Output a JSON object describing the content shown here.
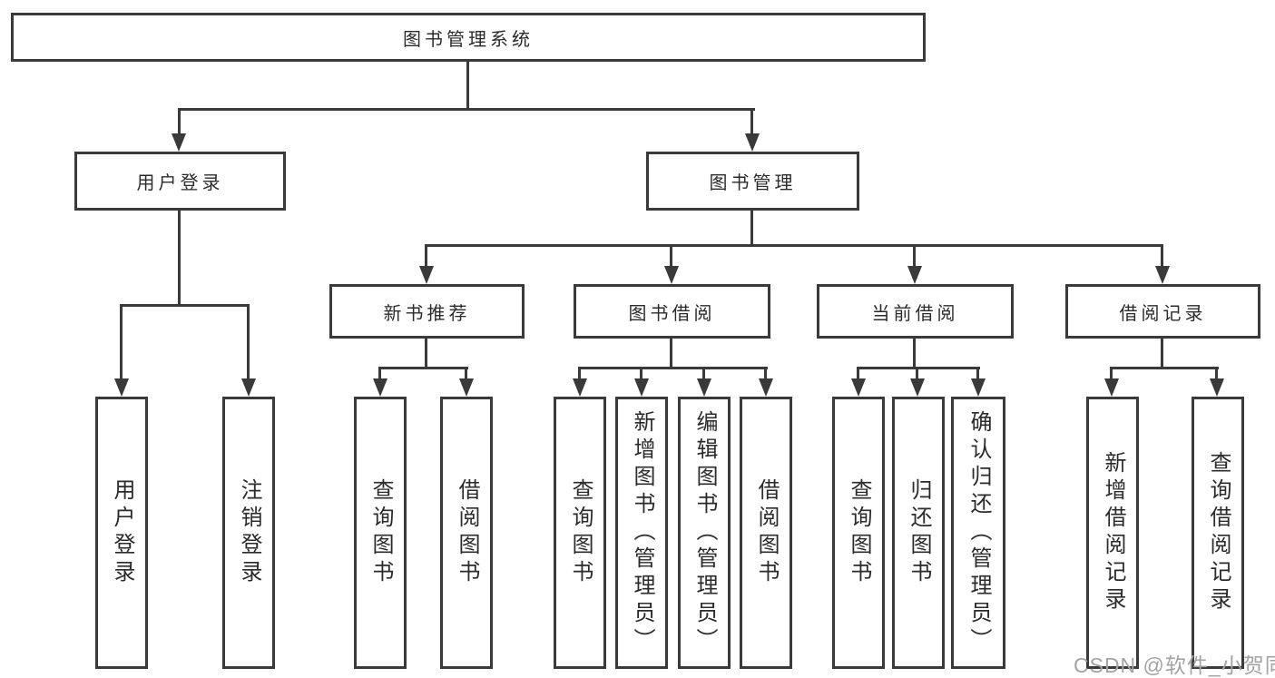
{
  "colors": {
    "line": "#3a3a3a",
    "text": "#2b2b2b",
    "box_bg": "#ffffff",
    "watermark": "#a3a3a3"
  },
  "watermark": {
    "text": "CSDN @软件_小贺同学"
  },
  "tree": {
    "root": {
      "label": "图书管理系统",
      "children": [
        {
          "label": "用户登录",
          "children": [
            {
              "label": "用户登录"
            },
            {
              "label": "注销登录"
            }
          ]
        },
        {
          "label": "图书管理",
          "children": [
            {
              "label": "新书推荐",
              "children": [
                {
                  "label": "查询图书"
                },
                {
                  "label": "借阅图书"
                }
              ]
            },
            {
              "label": "图书借阅",
              "children": [
                {
                  "label": "查询图书"
                },
                {
                  "label": "新增图书（管理员）"
                },
                {
                  "label": "编辑图书（管理员）"
                },
                {
                  "label": "借阅图书"
                }
              ]
            },
            {
              "label": "当前借阅",
              "children": [
                {
                  "label": "查询图书"
                },
                {
                  "label": "归还图书"
                },
                {
                  "label": "确认归还（管理员）"
                }
              ]
            },
            {
              "label": "借阅记录",
              "children": [
                {
                  "label": "新增借阅记录"
                },
                {
                  "label": "查询借阅记录"
                }
              ]
            }
          ]
        }
      ]
    }
  }
}
